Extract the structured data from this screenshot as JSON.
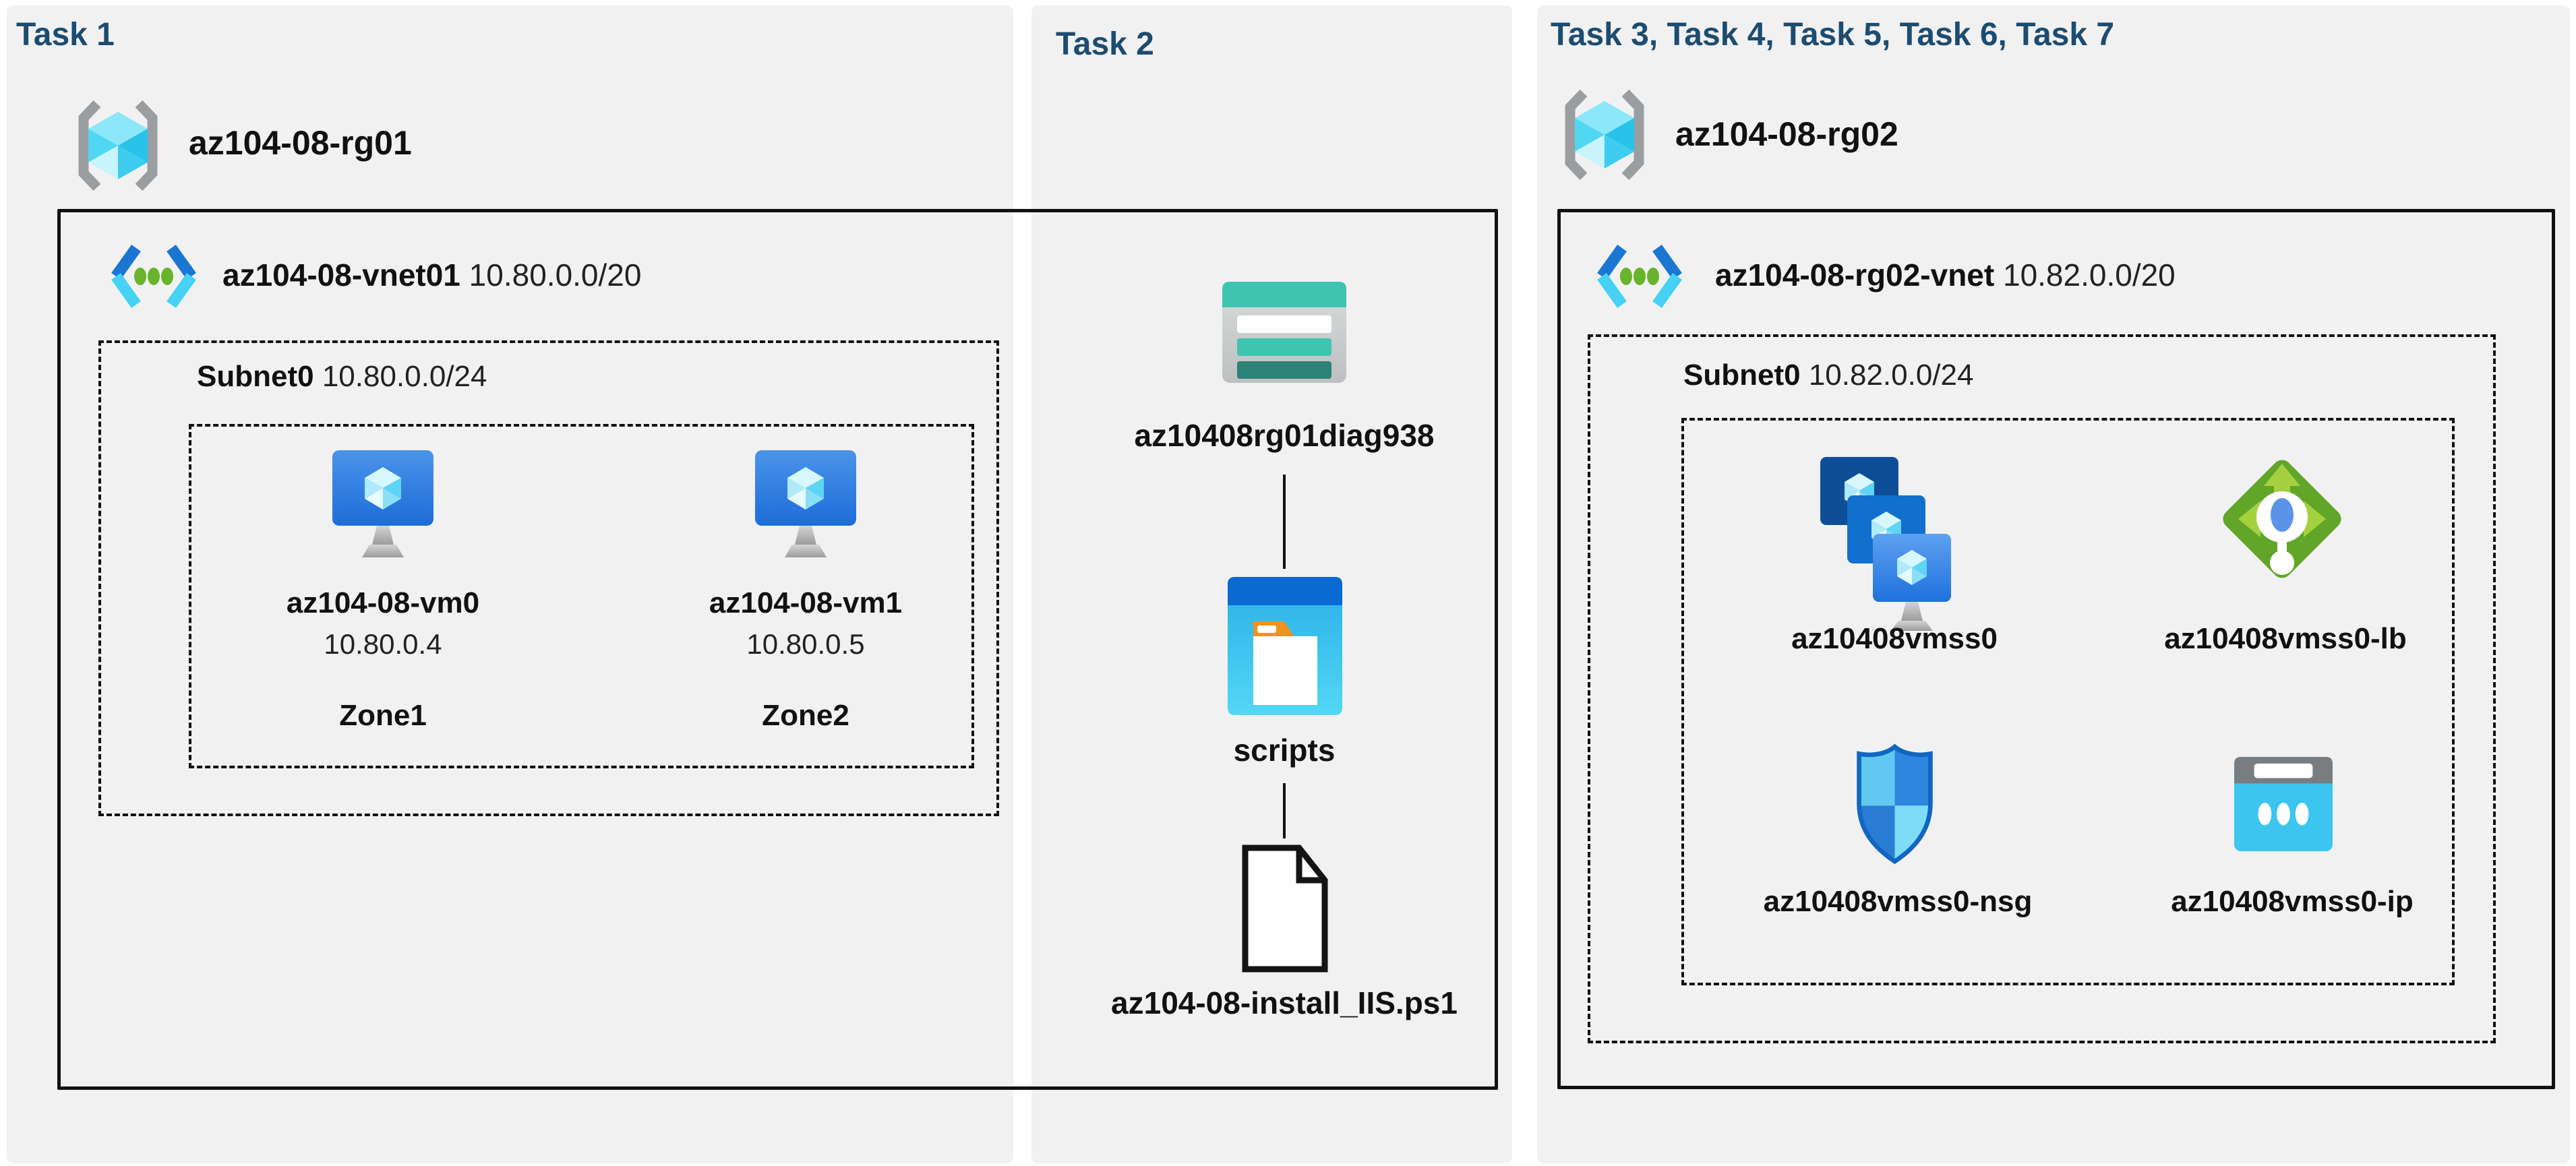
{
  "diagram": {
    "colors": {
      "panel_bg": "#f1f1f2",
      "header_text": "#1c4c70",
      "label_text": "#111111",
      "border": "#111111",
      "vnet_blue": "#1b76d2",
      "vnet_cyan": "#45d2f5",
      "storage_teal": "#3ec4b1",
      "lb_green": "#61a629",
      "ip_cyan": "#3cc5ef"
    },
    "panels": [
      {
        "title": "Task 1",
        "resource_group": {
          "name": "az104-08-rg01",
          "icon": "resource-group-icon"
        },
        "vnet": {
          "name": "az104-08-vnet01",
          "cidr": "10.80.0.0/20",
          "icon": "virtual-network-icon"
        },
        "subnet": {
          "name": "Subnet0",
          "cidr": "10.80.0.0/24"
        },
        "vms": [
          {
            "name": "az104-08-vm0",
            "ip": "10.80.0.4",
            "zone": "Zone1",
            "icon": "virtual-machine-icon"
          },
          {
            "name": "az104-08-vm1",
            "ip": "10.80.0.5",
            "zone": "Zone2",
            "icon": "virtual-machine-icon"
          }
        ]
      },
      {
        "title": "Task 2",
        "storage_account": {
          "name": "az10408rg01diag938",
          "icon": "storage-account-icon"
        },
        "container": {
          "name": "scripts",
          "icon": "blob-container-icon"
        },
        "script_file": {
          "name": "az104-08-install_IIS.ps1",
          "icon": "file-icon"
        }
      },
      {
        "title": "Task 3, Task 4, Task 5, Task 6, Task 7",
        "resource_group": {
          "name": "az104-08-rg02",
          "icon": "resource-group-icon"
        },
        "vnet": {
          "name": "az104-08-rg02-vnet",
          "cidr": "10.82.0.0/20",
          "icon": "virtual-network-icon"
        },
        "subnet": {
          "name": "Subnet0",
          "cidr": "10.82.0.0/24"
        },
        "resources": [
          {
            "name": "az10408vmss0",
            "type": "vm-scale-set",
            "icon": "vm-scale-set-icon"
          },
          {
            "name": "az10408vmss0-lb",
            "type": "load-balancer",
            "icon": "load-balancer-icon"
          },
          {
            "name": "az10408vmss0-nsg",
            "type": "network-security-group",
            "icon": "nsg-shield-icon"
          },
          {
            "name": "az10408vmss0-ip",
            "type": "public-ip",
            "icon": "public-ip-icon"
          }
        ]
      }
    ]
  }
}
